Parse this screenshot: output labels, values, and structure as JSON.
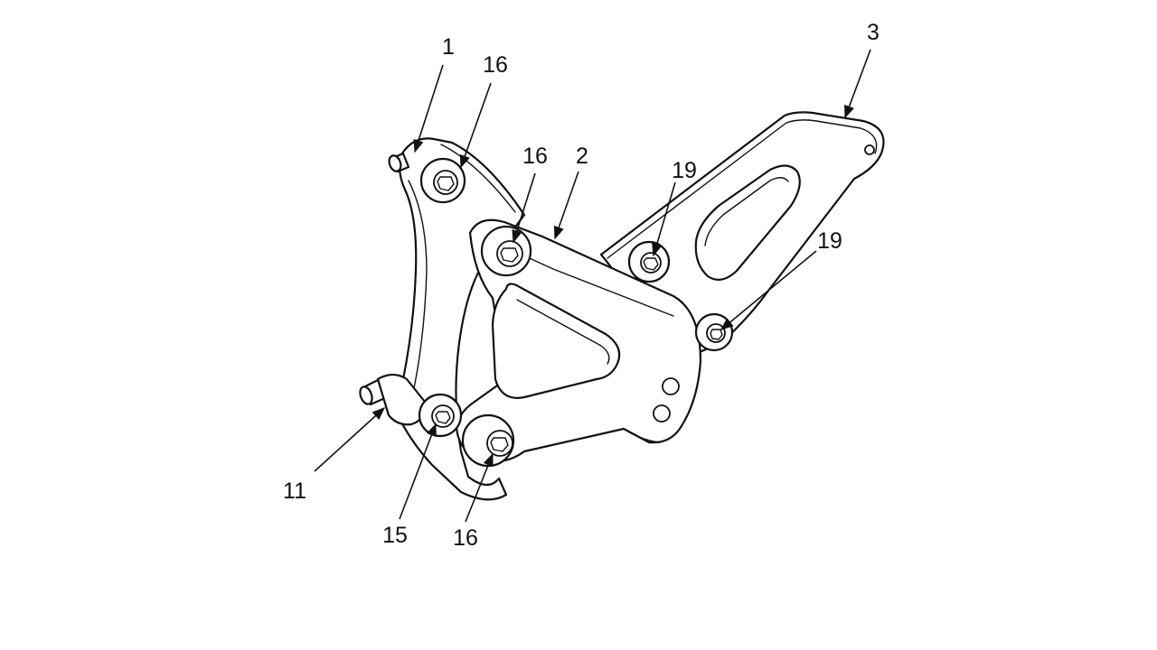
{
  "figure": {
    "callouts": [
      {
        "id": "c1",
        "text": "1"
      },
      {
        "id": "c16a",
        "text": "16"
      },
      {
        "id": "c16b",
        "text": "16"
      },
      {
        "id": "c2",
        "text": "2"
      },
      {
        "id": "c3",
        "text": "3"
      },
      {
        "id": "c19a",
        "text": "19"
      },
      {
        "id": "c19b",
        "text": "19"
      },
      {
        "id": "c11",
        "text": "11"
      },
      {
        "id": "c15",
        "text": "15"
      },
      {
        "id": "c16c",
        "text": "16"
      }
    ],
    "line_color": "#111111",
    "background_color": "#ffffff"
  }
}
